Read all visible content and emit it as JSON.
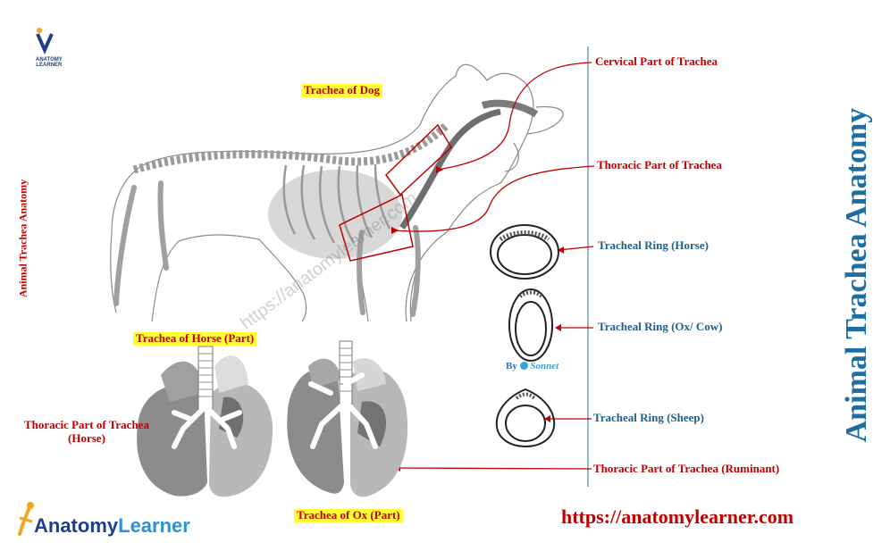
{
  "title": "Animal Trachea Anatomy",
  "side_title": "Animal Trachea Anatomy",
  "website": "https://anatomylearner.com",
  "watermark": "https://anatomylearner.com",
  "brand": {
    "part1": "Anatomy",
    "part2": "Learner",
    "small_logo": [
      "ANATOMY",
      "LEARNER"
    ]
  },
  "credit": {
    "by": "By",
    "name": "Sonnet"
  },
  "labels": {
    "dog": "Trachea of Dog",
    "horse_part": "Trachea of Horse (Part)",
    "ox_part": "Trachea of Ox (Part)",
    "cervical": "Cervical Part of Trachea",
    "thoracic": "Thoracic Part of Trachea",
    "thoracic_horse_line1": "Thoracic Part of Trachea",
    "thoracic_horse_line2": "(Horse)",
    "thoracic_ruminant": "Thoracic Part of Trachea (Ruminant)",
    "ring_horse": "Tracheal Ring (Horse)",
    "ring_ox": "Tracheal Ring (Ox/ Cow)",
    "ring_sheep": "Tracheal Ring (Sheep)"
  },
  "colors": {
    "title_blue": "#1f6ea3",
    "label_red": "#c00000",
    "highlight": "#ffff33",
    "ring_label_blue": "#1f5f8b"
  }
}
